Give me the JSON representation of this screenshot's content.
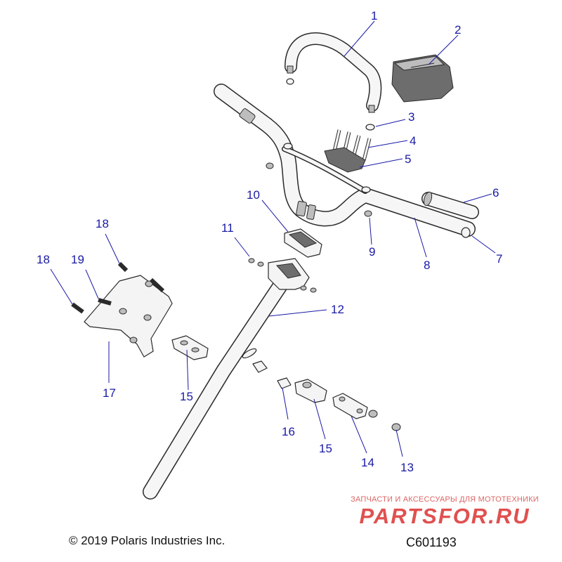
{
  "callouts": [
    {
      "id": "1",
      "part": "grab-handle"
    },
    {
      "id": "2",
      "part": "handlebar-cover"
    },
    {
      "id": "3",
      "part": "nut"
    },
    {
      "id": "4",
      "part": "bolt"
    },
    {
      "id": "5",
      "part": "handlebar-clamp"
    },
    {
      "id": "6",
      "part": "grip"
    },
    {
      "id": "7",
      "part": "bar-end-cap"
    },
    {
      "id": "8",
      "part": "handlebar"
    },
    {
      "id": "9",
      "part": "nut"
    },
    {
      "id": "10",
      "part": "lower-clamp"
    },
    {
      "id": "11",
      "part": "nut"
    },
    {
      "id": "12",
      "part": "steering-post"
    },
    {
      "id": "13",
      "part": "nut"
    },
    {
      "id": "14",
      "part": "plate"
    },
    {
      "id": "15",
      "part": "bushing-block"
    },
    {
      "id": "15",
      "part": "bushing-block"
    },
    {
      "id": "16",
      "part": "bushing"
    },
    {
      "id": "17",
      "part": "mounting-bracket"
    },
    {
      "id": "18",
      "part": "bolt"
    },
    {
      "id": "18",
      "part": "bolt"
    },
    {
      "id": "19",
      "part": "bolt"
    }
  ],
  "footer": {
    "copyright": "© 2019 Polaris Industries Inc.",
    "figure_id": "C601193"
  },
  "watermark": {
    "tagline": "ЗАПЧАСТИ И АКСЕССУАРЫ ДЛЯ МОТОТЕХНИКИ",
    "logo_text": "PARTSFOR.RU",
    "color": "#e05050"
  },
  "colors": {
    "callout": "#1a1aa6",
    "line_art": "#2a2a2a",
    "part_fill": "#f4f4f4"
  }
}
